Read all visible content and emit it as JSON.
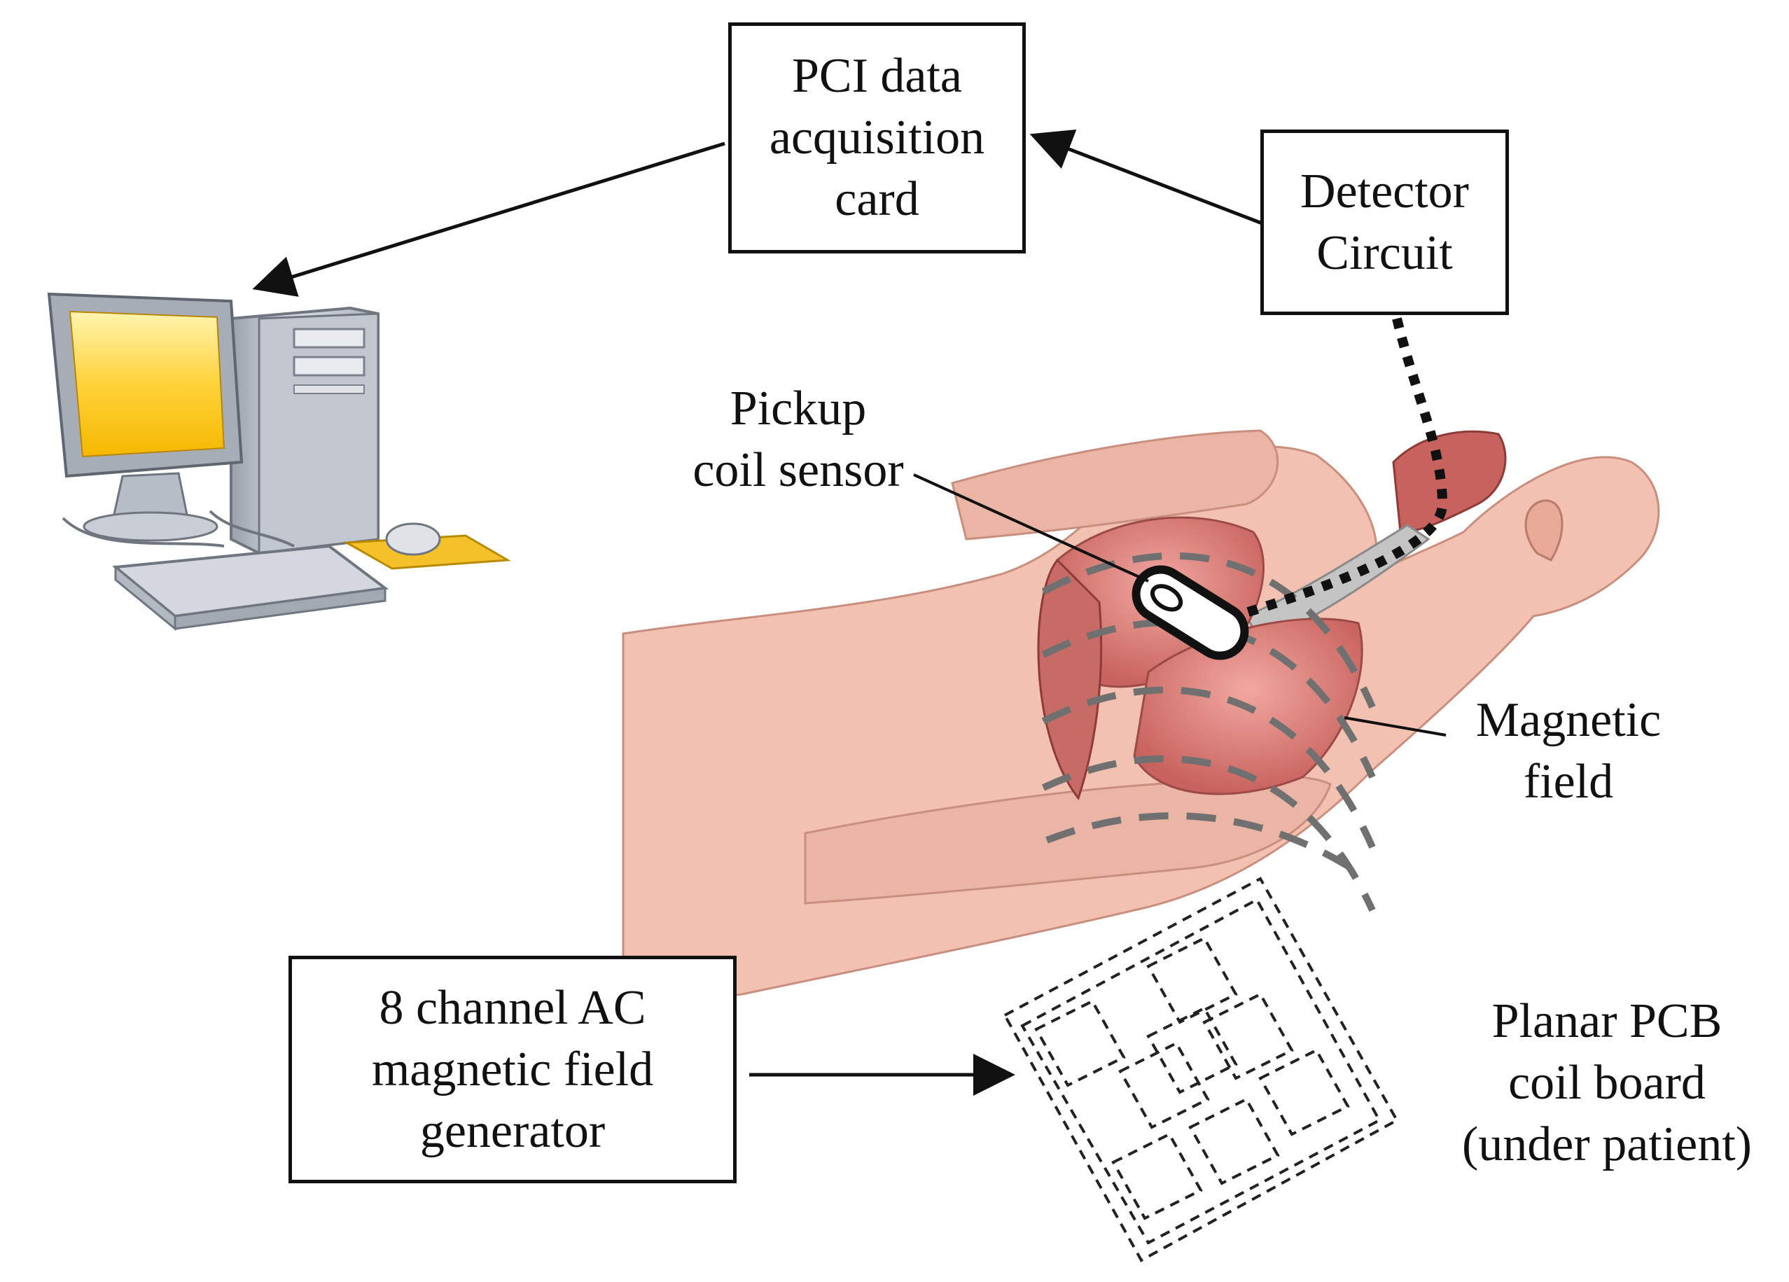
{
  "boxes": {
    "pci": "PCI data\nacquisition\ncard",
    "detector": "Detector\nCircuit",
    "generator": "8 channel AC\nmagnetic field\ngenerator"
  },
  "labels": {
    "pickup": "Pickup\ncoil sensor",
    "magnetic": "Magnetic\nfield",
    "planar": "Planar PCB\ncoil board\n(under patient)"
  },
  "colors": {
    "skin": "#f2c1b1",
    "skin_shadow": "#e2a795",
    "lung": "#d9837d",
    "field_lines": "#707070",
    "monitor_screen": "#ffcc22",
    "mousepad": "#f5c12a",
    "computer_body": "#c9cdd4"
  }
}
